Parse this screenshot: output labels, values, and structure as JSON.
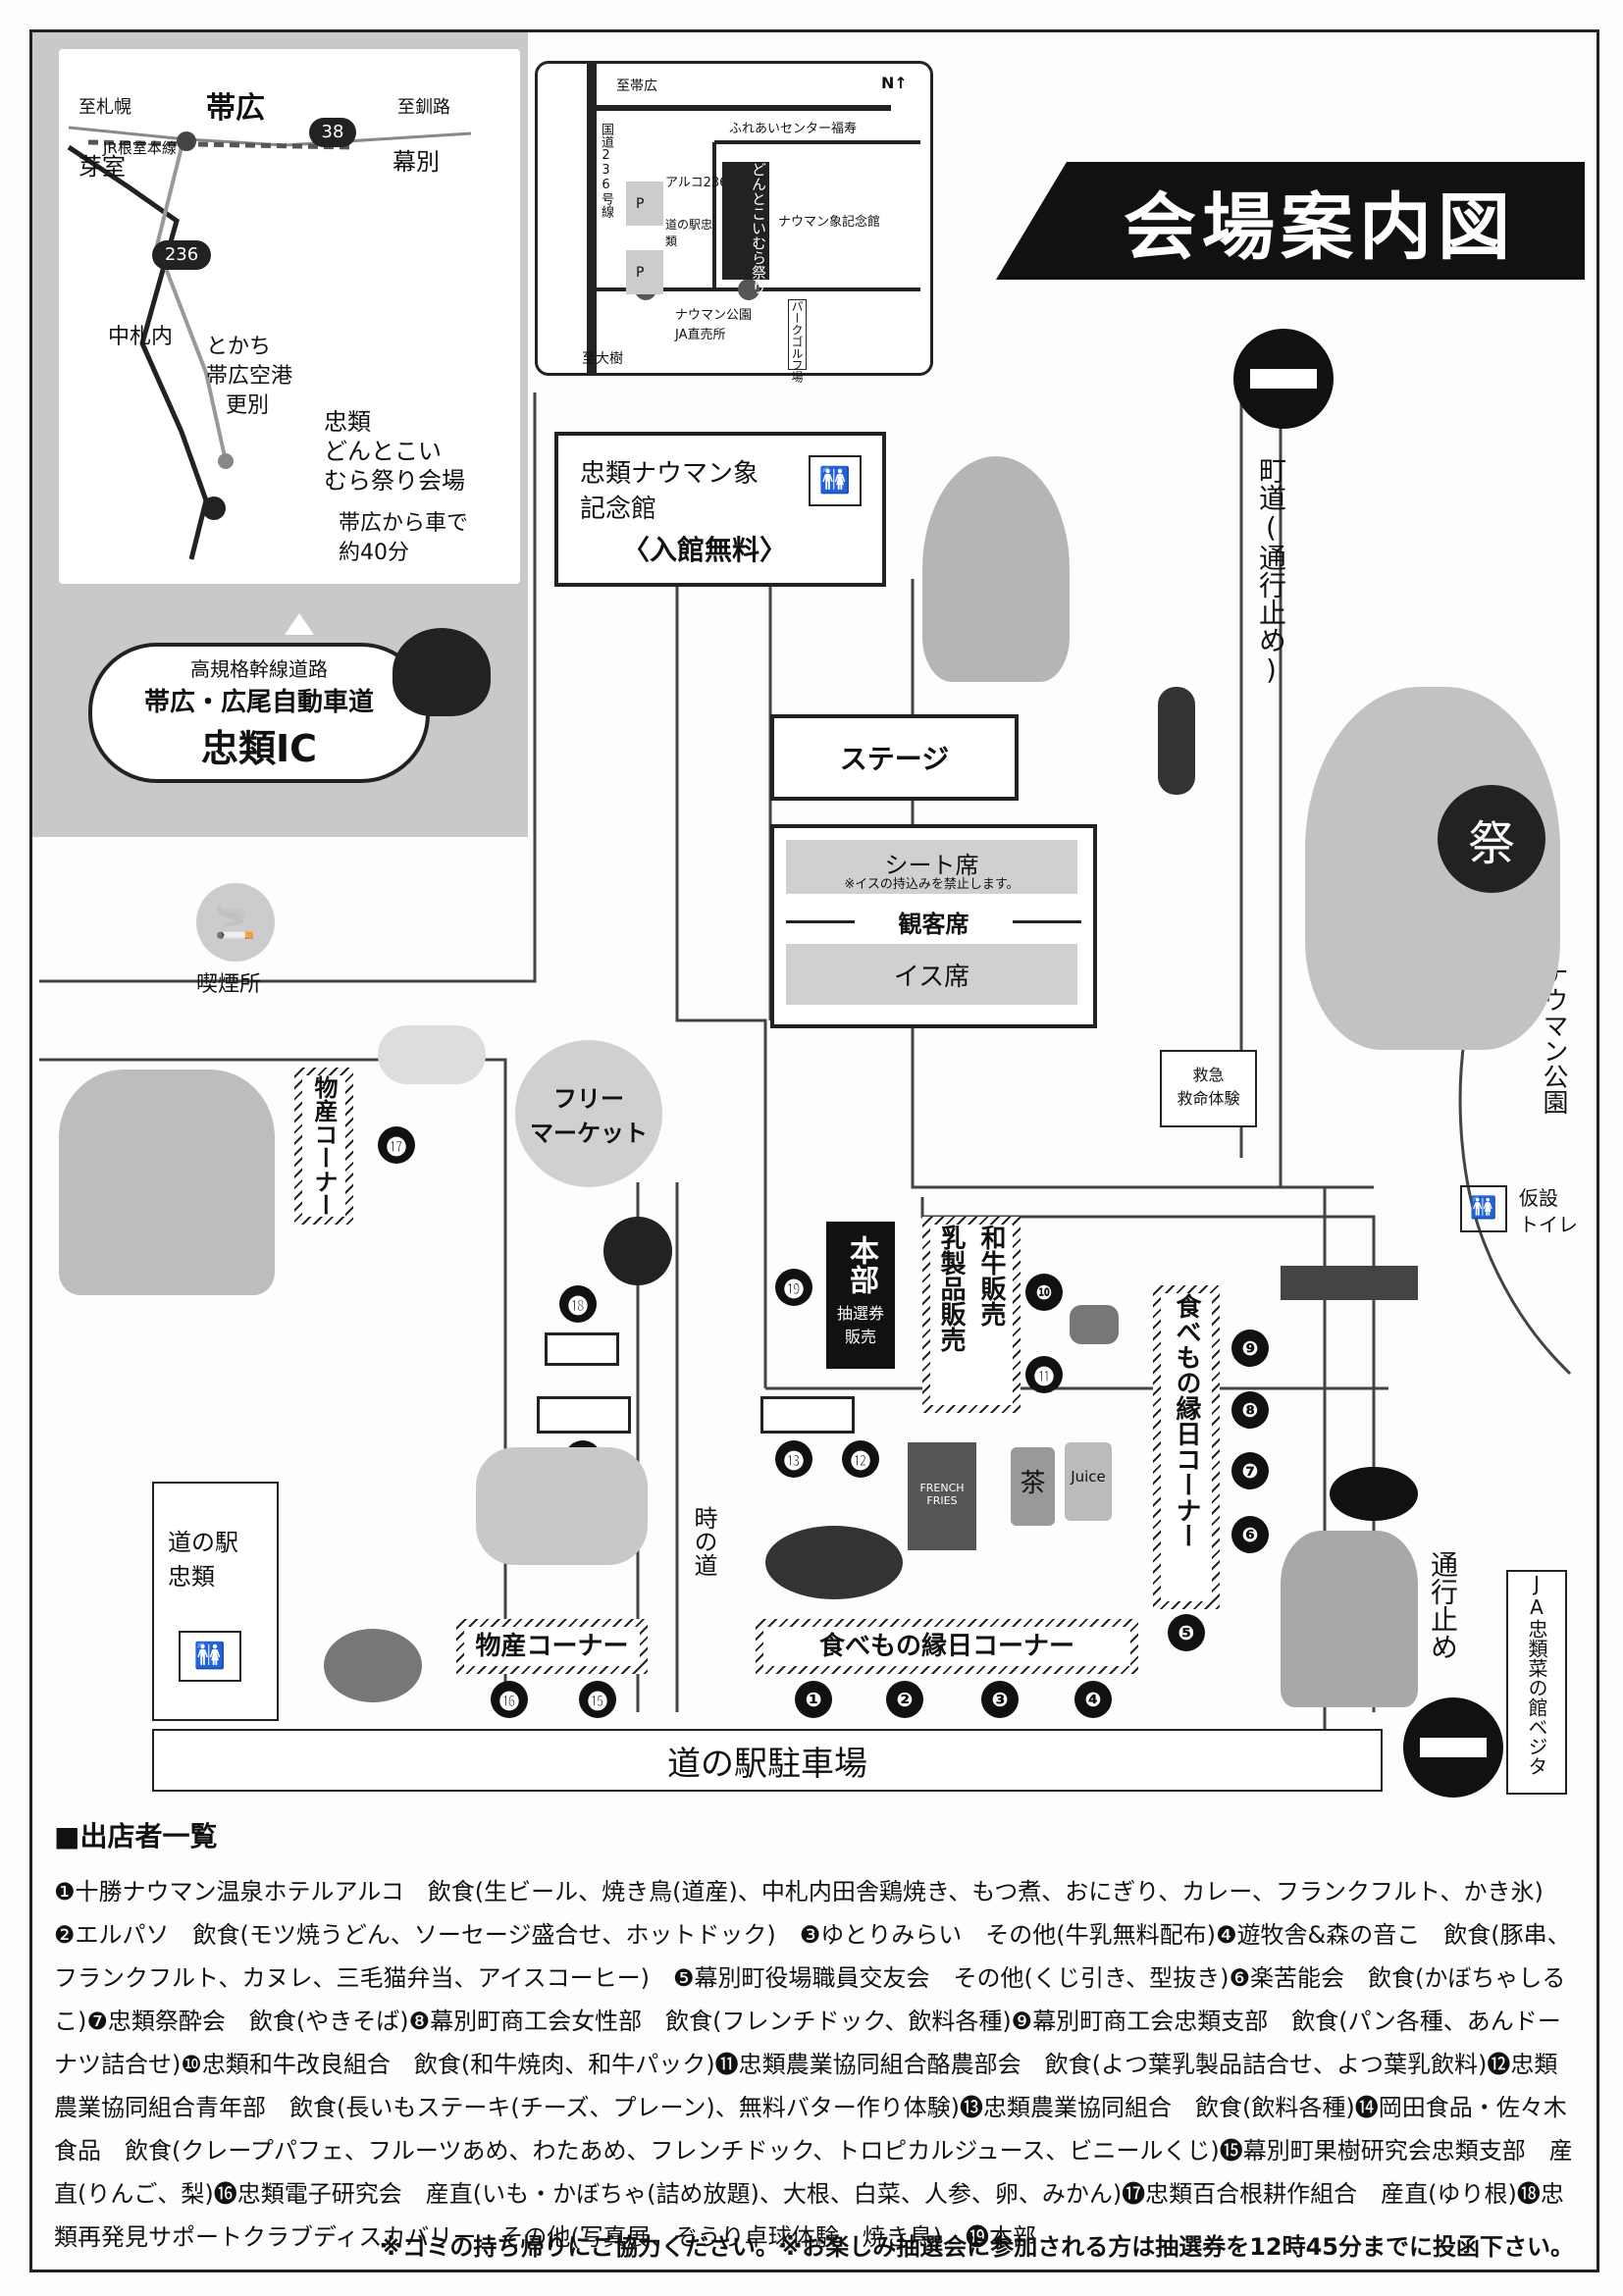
{
  "title": "会場案内図",
  "access_map": {
    "places": [
      "至札幌",
      "帯広",
      "至釧路",
      "芽室",
      "幕別",
      "JR根室本線",
      "中札内",
      "とかち",
      "帯広空港",
      "更別"
    ],
    "route_38": "38",
    "route_236": "236",
    "venue_line1": "忠類",
    "venue_line2": "どんとこい",
    "venue_line3": "むら祭り会場",
    "drive_line1": "帯広から車で",
    "drive_line2": "約40分",
    "ic_small": "高規格幹線道路",
    "ic_road": "帯広・広尾自動車道",
    "ic_name": "忠類IC"
  },
  "local_map": {
    "to_obihiro": "至帯広",
    "to_taiki": "至大樹",
    "fureai": "ふれあいセンター福寿",
    "arco": "アルコ236",
    "route": "国道236号線",
    "michinoeki": "道の駅忠類",
    "museum": "ナウマン象記念館",
    "venue": "どんとこいむら祭り会場",
    "park": "ナウマン公園",
    "ja": "JA直売所",
    "golf": "パークゴルフ場",
    "p": "P"
  },
  "venue": {
    "museum_line1": "忠類ナウマン象",
    "museum_line2": "記念館",
    "museum_free": "〈入館無料〉",
    "stage": "ステージ",
    "sheet_seat": "シート席",
    "sheet_note": "※イスの持込みを禁止します。",
    "audience": "観客席",
    "chair_seat": "イス席",
    "smoking": "喫煙所",
    "flea_line1": "フリー",
    "flea_line2": "マーケット",
    "first_aid_line1": "救急",
    "first_aid_line2": "救命体験",
    "hq": "本部",
    "lottery_line1": "抽選券",
    "lottery_line2": "販売",
    "wagyu": "和牛販売",
    "dairy": "乳製品販売",
    "food_vertical": "食べもの縁日コーナー",
    "food_horizontal": "食べもの縁日コーナー",
    "products_vertical": "物産コーナー",
    "products_horizontal": "物産コーナー",
    "tokinomichi": "時の道",
    "michinoeki_line1": "道の駅",
    "michinoeki_line2": "忠類",
    "parking": "道の駅駐車場",
    "town_road": "町道(通行止め)",
    "closed": "通行止め",
    "nauman_park": "ナウマン公園",
    "temp_toilet_line1": "仮設",
    "temp_toilet_line2": "トイレ",
    "ja_vegetable": "JA忠類菜の館ベジタ",
    "festival_fan": "祭",
    "fries_line1": "FRENCH",
    "fries_line2": "FRIES",
    "can_tea": "茶",
    "can_juice": "Juice"
  },
  "numbers": [
    "❶",
    "❷",
    "❸",
    "❹",
    "❺",
    "❻",
    "❼",
    "❽",
    "❾",
    "❿",
    "⓫",
    "⓬",
    "⓭",
    "⓮",
    "⓯",
    "⓰",
    "⓱",
    "⓲",
    "⓳"
  ],
  "vendors": {
    "heading": "■出店者一覧",
    "text": "❶十勝ナウマン温泉ホテルアルコ　飲食(生ビール、焼き鳥(道産)、中札内田舎鶏焼き、もつ煮、おにぎり、カレー、フランクフルト、かき氷)　❷エルパソ　飲食(モツ焼うどん、ソーセージ盛合せ、ホットドック)　❸ゆとりみらい　その他(牛乳無料配布)❹遊牧舎&森の音こ　飲食(豚串、フランクフルト、カヌレ、三毛猫弁当、アイスコーヒー)　❺幕別町役場職員交友会　その他(くじ引き、型抜き)❻楽苦能会　飲食(かぼちゃしるこ)❼忠類祭酔会　飲食(やきそば)❽幕別町商工会女性部　飲食(フレンチドック、飲料各種)❾幕別町商工会忠類支部　飲食(パン各種、あんドーナツ詰合せ)❿忠類和牛改良組合　飲食(和牛焼肉、和牛パック)⓫忠類農業協同組合酪農部会　飲食(よつ葉乳製品詰合せ、よつ葉乳飲料)⓬忠類農業協同組合青年部　飲食(長いもステーキ(チーズ、プレーン)、無料バター作り体験)⓭忠類農業協同組合　飲食(飲料各種)⓮岡田食品・佐々木食品　飲食(クレープパフェ、フルーツあめ、わたあめ、フレンチドック、トロピカルジュース、ビニールくじ)⓯幕別町果樹研究会忠類支部　産直(りんご、梨)⓰忠類電子研究会　産直(いも・かぼちゃ(詰め放題)、大根、白菜、人参、卵、みかん)⓱忠類百合根耕作組合　産直(ゆり根)⓲忠類再発見サポートクラブディスカバリー　その他(写真展、ぞうり卓球体験、焼き鳥)　⓳本部"
  },
  "footer_note": "※ゴミの持ち帰りにご協力ください。※お楽しみ抽選会に参加される方は抽選券を12時45分までに投函下さい。"
}
